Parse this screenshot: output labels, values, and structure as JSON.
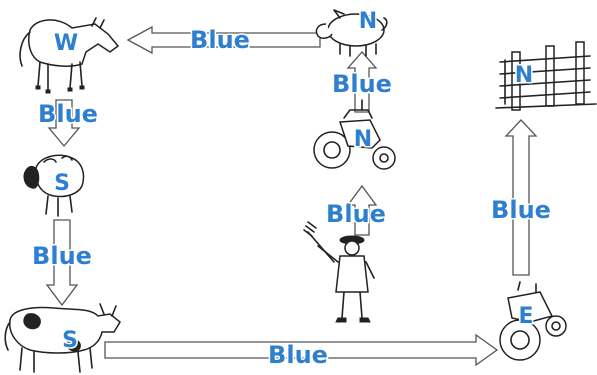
{
  "theme": {
    "label_color": "#2f7fd0",
    "line_color": "#222222"
  },
  "nodes": [
    {
      "id": "horse",
      "icon": "horse-icon",
      "letter": "W"
    },
    {
      "id": "pig",
      "icon": "pig-icon",
      "letter": "N"
    },
    {
      "id": "sheep",
      "icon": "sheep-icon",
      "letter": "S"
    },
    {
      "id": "cow",
      "icon": "cow-icon",
      "letter": "S"
    },
    {
      "id": "tractor_top",
      "icon": "tractor-icon",
      "letter": "N"
    },
    {
      "id": "farmer",
      "icon": "farmer-icon",
      "letter": ""
    },
    {
      "id": "fence",
      "icon": "fence-icon",
      "letter": "N"
    },
    {
      "id": "tractor_bottom",
      "icon": "tractor-icon",
      "letter": "E"
    }
  ],
  "edges": [
    {
      "from": "pig",
      "to": "horse",
      "label": "Blue"
    },
    {
      "from": "horse",
      "to": "sheep",
      "label": "Blue"
    },
    {
      "from": "sheep",
      "to": "cow",
      "label": "Blue"
    },
    {
      "from": "cow",
      "to": "tractor_bottom",
      "label": "Blue"
    },
    {
      "from": "tractor_top",
      "to": "pig",
      "label": "Blue"
    },
    {
      "from": "farmer",
      "to": "tractor_top",
      "label": "Blue"
    },
    {
      "from": "tractor_bottom",
      "to": "fence",
      "label": "Blue"
    }
  ]
}
